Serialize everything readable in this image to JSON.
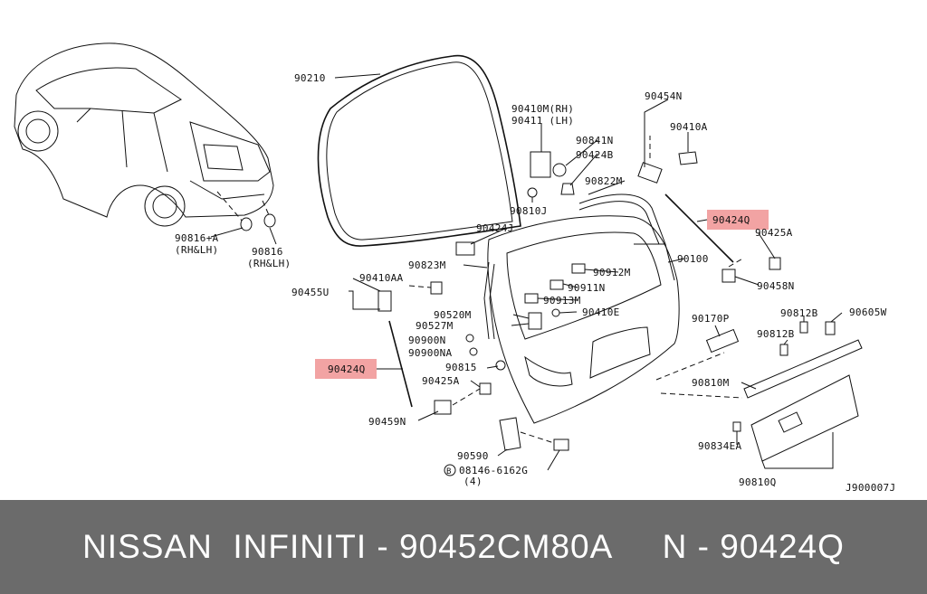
{
  "diagram": {
    "labels": {
      "l90210": "90210",
      "l90816a": "90816+A",
      "l90816a_sub": "(RH&LH)",
      "l90816": "90816",
      "l90816_sub": "(RH&LH)",
      "l90410m": "90410M(RH)",
      "l90411": "90411  (LH)",
      "l90841n": "90841N",
      "l90424b": "90424B",
      "l90454n": "90454N",
      "l90410a": "90410A",
      "l90822m": "90822M",
      "l90810j": "90810J",
      "l90424j": "90424J",
      "l90424q_r": "90424Q",
      "l90425a_r": "90425A",
      "l90823m": "90823M",
      "l90100": "90100",
      "l90912m": "90912M",
      "l90458n": "90458N",
      "l90410aa": "90410AA",
      "l90455u": "90455U",
      "l90911n": "90911N",
      "l90913m": "90913M",
      "l90520m": "90520M",
      "l90410e": "90410E",
      "l90527m": "90527M",
      "l90170p": "90170P",
      "l90812b_1": "90812B",
      "l90605w": "90605W",
      "l90900n": "90900N",
      "l90812b_2": "90812B",
      "l90900na": "90900NA",
      "l90424q_l": "90424Q",
      "l90815": "90815",
      "l90425a_l": "90425A",
      "l90810m": "90810M",
      "l90459n": "90459N",
      "l90834ea": "90834EA",
      "l90590": "90590",
      "l08146": "08146-6162G",
      "l08146_qty": "(4)",
      "l90810q": "90810Q",
      "l_diagram_id": "J900007J"
    }
  },
  "footer": {
    "text": "NISSAN  INFINITI - 90452CM80A     N - 90424Q"
  },
  "colors": {
    "highlight": "#f2a3a3",
    "footer_bg": "#6b6b6b",
    "footer_text": "#ffffff"
  }
}
